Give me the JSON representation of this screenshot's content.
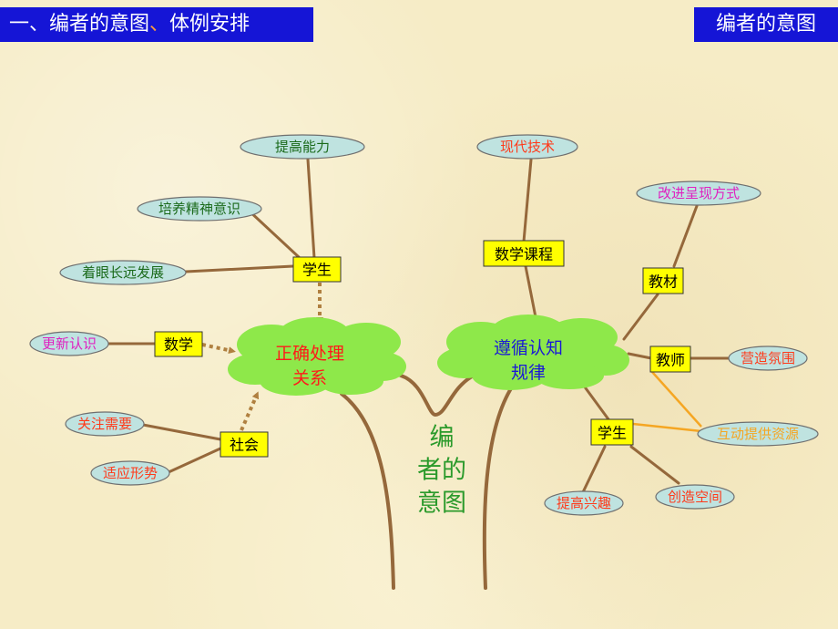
{
  "header": {
    "left_part1": "一、编者的意图",
    "left_sep": "、",
    "left_part2": "体例安排",
    "right": "编者的意图"
  },
  "colors": {
    "banner_bg": "#1515d6",
    "banner_text": "#ffffff",
    "cloud": "#8ee84a",
    "oval_fill": "#bfe3e0",
    "label_box": "#ffff00",
    "trunk": "#95683b",
    "arrow": "#b08040",
    "highlight_line": "#f5a623"
  },
  "center": {
    "chars": [
      "编",
      "者的",
      "意图"
    ]
  },
  "left_cloud": {
    "line1": "正确处理",
    "line2": "关系"
  },
  "right_cloud": {
    "line1": "遵循认知",
    "line2": "规律"
  },
  "boxes": {
    "student_left": "学生",
    "math": "数学",
    "society": "社会",
    "math_course": "数学课程",
    "textbook": "教材",
    "teacher": "教师",
    "student_right": "学生"
  },
  "ovals": {
    "improve_ability": "提高能力",
    "cultivate_spirit": "培养精神意识",
    "long_term": "着眼长远发展",
    "update_view": "更新认识",
    "focus_needs": "关注需要",
    "adapt": "适应形势",
    "modern_tech": "现代技术",
    "improve_presentation": "改进呈现方式",
    "atmosphere": "营造氛围",
    "interactive": "互动提供资源",
    "interest": "提高兴趣",
    "space": "创造空间"
  }
}
